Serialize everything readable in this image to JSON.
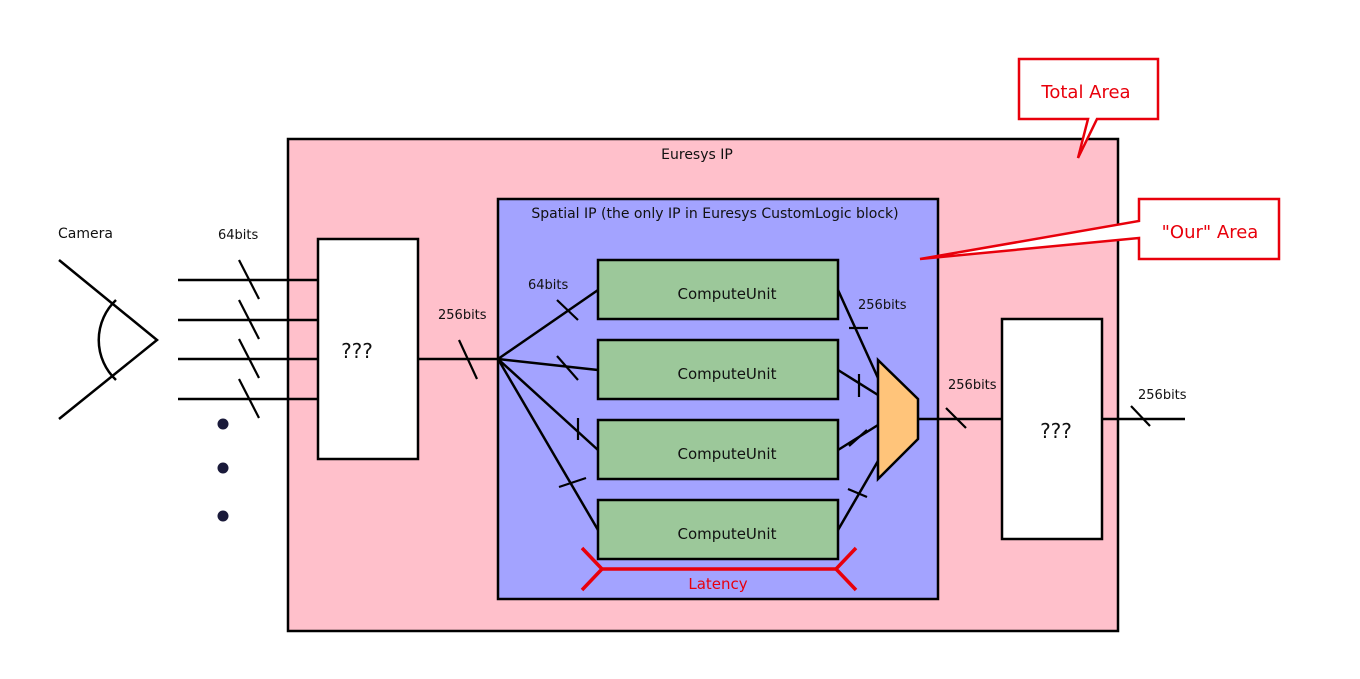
{
  "diagram": {
    "camera_label": "Camera",
    "input_bits_label": "64bits",
    "left_block_label": "???",
    "euresys_label": "Euresys IP",
    "spatial_label": "Spatial IP (the only IP in Euresys CustomLogic block)",
    "bus_in_label": "256bits",
    "cu_in_label": "64bits",
    "compute_units": [
      "ComputeUnit",
      "ComputeUnit",
      "ComputeUnit",
      "ComputeUnit"
    ],
    "cu_out_label": "256bits",
    "mux_out_label": "256bits",
    "right_block_label": "???",
    "output_label": "256bits",
    "latency_label": "Latency",
    "callout_total": "Total Area",
    "callout_our": "\"Our\" Area",
    "colors": {
      "euresys_fill": "#ffc0cb",
      "spatial_fill": "#a3a3ff",
      "compute_fill": "#9cc89a",
      "mux_fill": "#ffc47a",
      "annotation_red": "#e8000b"
    }
  }
}
